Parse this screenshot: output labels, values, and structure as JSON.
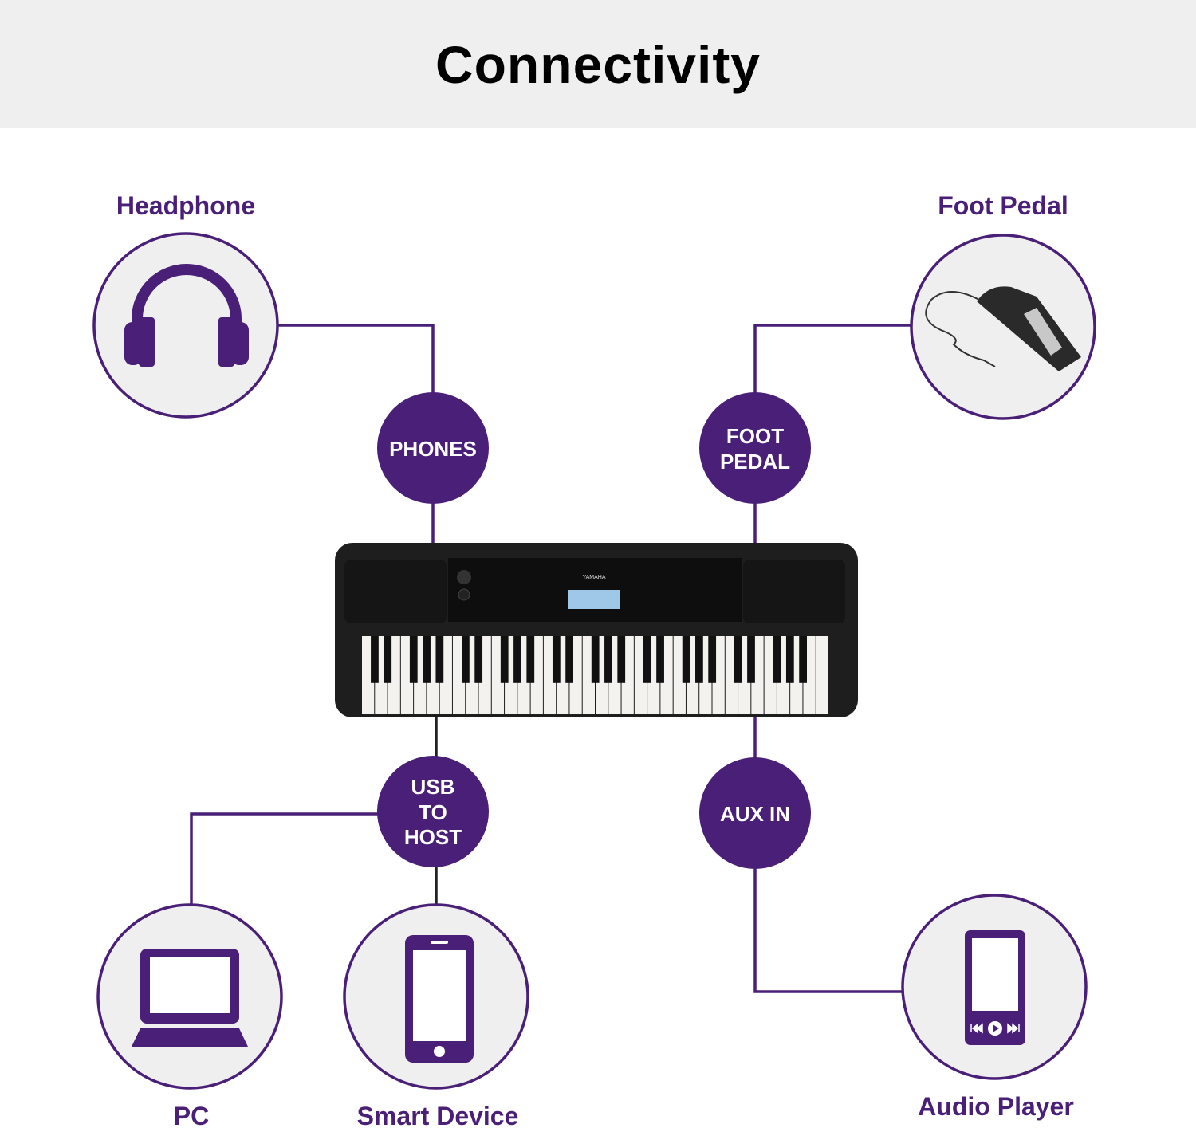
{
  "title": "Connectivity",
  "colors": {
    "accent": "#4a1f78",
    "header_bg": "#efefef",
    "keyboard_body": "#1e1e1e"
  },
  "devices": {
    "headphone": {
      "label": "Headphone",
      "icon": "headphone-icon"
    },
    "foot_pedal": {
      "label": "Foot Pedal",
      "icon": "sustain-pedal-image"
    },
    "pc": {
      "label": "PC",
      "icon": "laptop-icon"
    },
    "smart_device": {
      "label": "Smart Device",
      "icon": "smartphone-icon"
    },
    "audio_player": {
      "label": "Audio Player",
      "icon": "media-player-icon"
    }
  },
  "ports": {
    "phones": [
      "PHONES"
    ],
    "foot_pedal": [
      "FOOT",
      "PEDAL"
    ],
    "usb": [
      "USB",
      "TO",
      "HOST"
    ],
    "aux": [
      "AUX IN"
    ]
  },
  "keyboard": {
    "brand": "YAMAHA",
    "keys": 61
  }
}
